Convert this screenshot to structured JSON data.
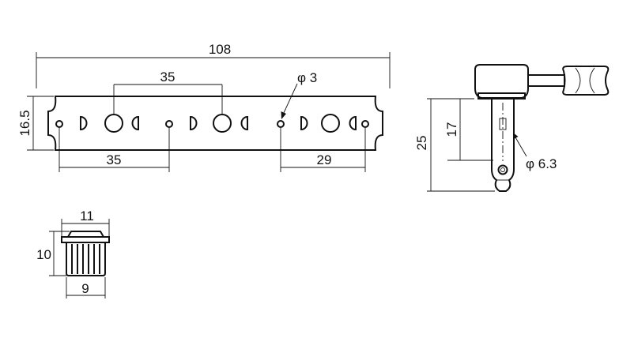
{
  "drawing": {
    "plate": {
      "overall_length": "108",
      "height": "16.5",
      "post_spacing": "35",
      "end_to_hole": "35",
      "end_spacing": "29",
      "small_hole_diameter": "φ 3"
    },
    "side_view": {
      "total_height": "25",
      "shaft_length": "17",
      "shaft_diameter": "φ 6.3"
    },
    "bushing": {
      "top_width": "11",
      "height": "10",
      "bottom_width": "9"
    }
  }
}
